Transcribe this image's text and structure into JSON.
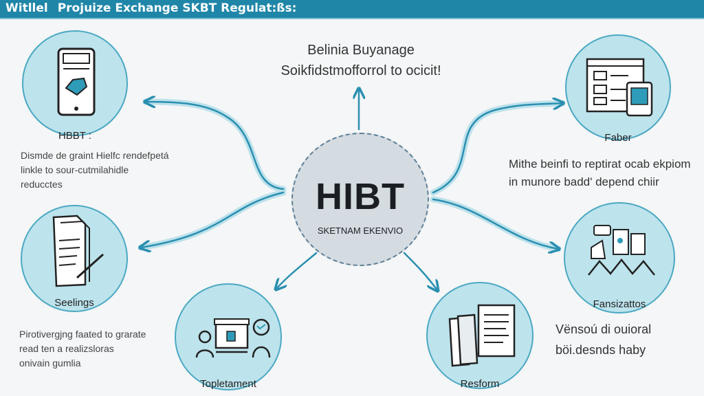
{
  "header": {
    "prefix": "Witllel",
    "title": "Projuize Exchange SKBT Regulat:ßs:"
  },
  "top_text": {
    "line1": "Belinia Buyanage",
    "line2": "Soikfidstmofforrol to ocicit!"
  },
  "hub": {
    "title": "HIBT",
    "subtitle": "SKETNAM EKENVIO"
  },
  "nodes": {
    "top_left": {
      "label": "HBBT :"
    },
    "mid_left": {
      "label": "Seelings"
    },
    "bottom_left": {
      "label": "Topletament"
    },
    "bottom_right": {
      "label": "Resform"
    },
    "mid_right": {
      "label": "Fansizattos"
    },
    "top_right": {
      "label": "Faber"
    }
  },
  "descriptions": {
    "top_left": {
      "line1": "Dismde de graint Hielfc rendefpetá",
      "line2": "linkle to sour-cutmilahidle",
      "line3": "reducctes"
    },
    "mid_left": {
      "line1": "Pirotivergjng faated to grarate",
      "line2": "read ten a realizsloras",
      "line3": "onivain gumlia"
    },
    "right_top": {
      "line1": "Mithe beinfi to reptirat ocab ekpiom",
      "line2": "in munore badd' depend chiir"
    },
    "right_bottom": {
      "line1": "Vënsoú di ouioral",
      "line2": "böi.desnds haby"
    }
  },
  "colors": {
    "header": "#1f86a8",
    "node_fill": "#bde3ec",
    "node_border": "#4ba8c3",
    "arrow": "#2a8fb0",
    "hub_fill": "#d4dbe1"
  }
}
